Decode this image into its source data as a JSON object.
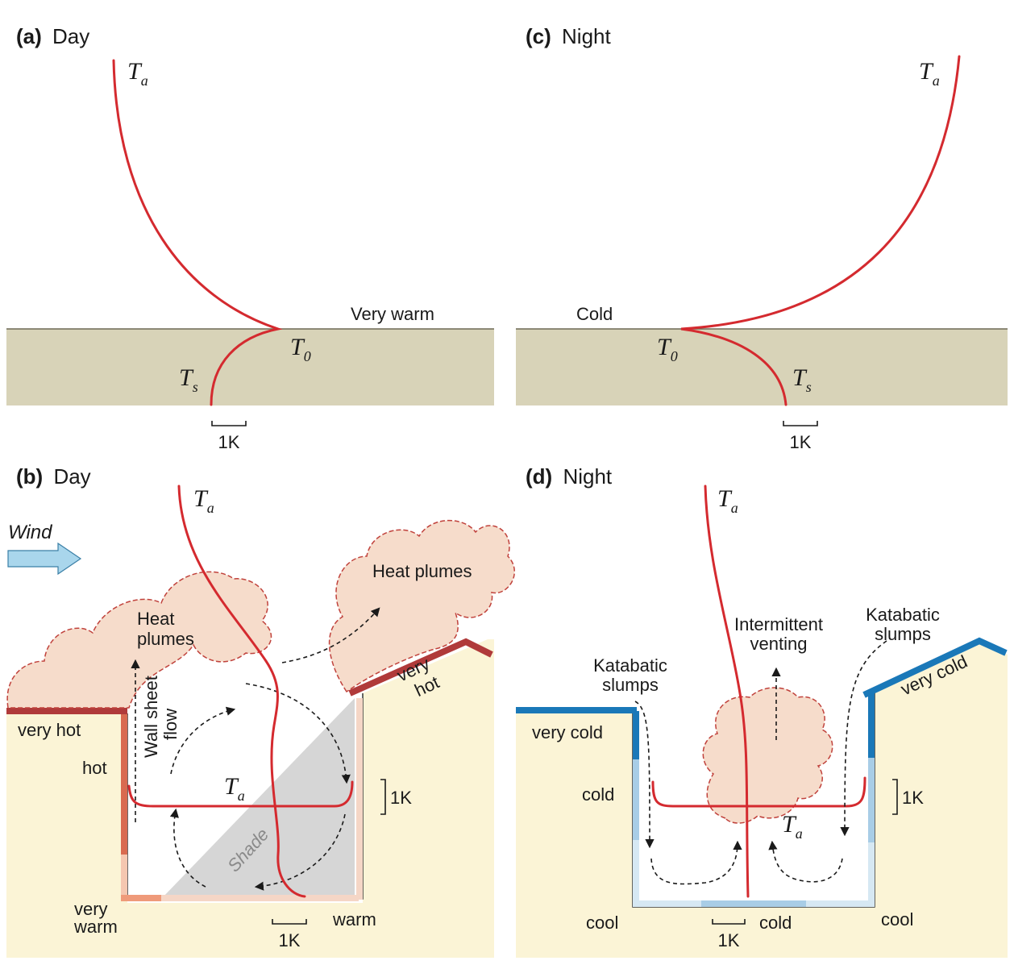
{
  "panels": {
    "a": {
      "tag": "(a)",
      "title": "Day",
      "ta": "T",
      "ta_sub": "a",
      "t0": "T",
      "t0_sub": "0",
      "ts": "T",
      "ts_sub": "s",
      "surface_label": "Very warm",
      "scale": "1K"
    },
    "b": {
      "tag": "(b)",
      "title": "Day",
      "wind": "Wind",
      "ta": "T",
      "ta_sub": "a",
      "heat_plumes_1": "Heat",
      "heat_plumes_2": "plumes",
      "heat_plumes_right": "Heat plumes",
      "wall_sheet_1": "Wall sheet",
      "wall_sheet_2": "flow",
      "very_hot_left": "very hot",
      "very_hot_right_1": "very",
      "very_hot_right_2": "hot",
      "hot": "hot",
      "very_warm_1": "very",
      "very_warm_2": "warm",
      "warm": "warm",
      "shade": "Shade",
      "scale_h": "1K",
      "scale_v": "1K"
    },
    "c": {
      "tag": "(c)",
      "title": "Night",
      "ta": "T",
      "ta_sub": "a",
      "t0": "T",
      "t0_sub": "0",
      "ts": "T",
      "ts_sub": "s",
      "surface_label": "Cold",
      "scale": "1K"
    },
    "d": {
      "tag": "(d)",
      "title": "Night",
      "ta": "T",
      "ta_sub": "a",
      "intermittent_1": "Intermittent",
      "intermittent_2": "venting",
      "katabatic_left_1": "Katabatic",
      "katabatic_left_2": "slumps",
      "katabatic_right_1": "Katabatic",
      "katabatic_right_2": "slumps",
      "very_cold_left": "very cold",
      "very_cold_right": "very cold",
      "cold_wall": "cold",
      "cool_left": "cool",
      "cold_floor": "cold",
      "cool_right": "cool",
      "scale_h": "1K",
      "scale_v": "1K"
    }
  },
  "colors": {
    "ground": "#d8d3b8",
    "building": "#fbf4d6",
    "profile_red": "#d42a2f",
    "roof_hot": "#b03a3a",
    "wall_hot": "#d96a50",
    "wall_warm": "#f5c7b0",
    "roof_cold": "#1a78b8",
    "wall_cool": "#a8cde6",
    "wall_cold_light": "#d6e8f3",
    "shade": "#d6d6d6",
    "wind_arrow": "#a9d6ec"
  }
}
